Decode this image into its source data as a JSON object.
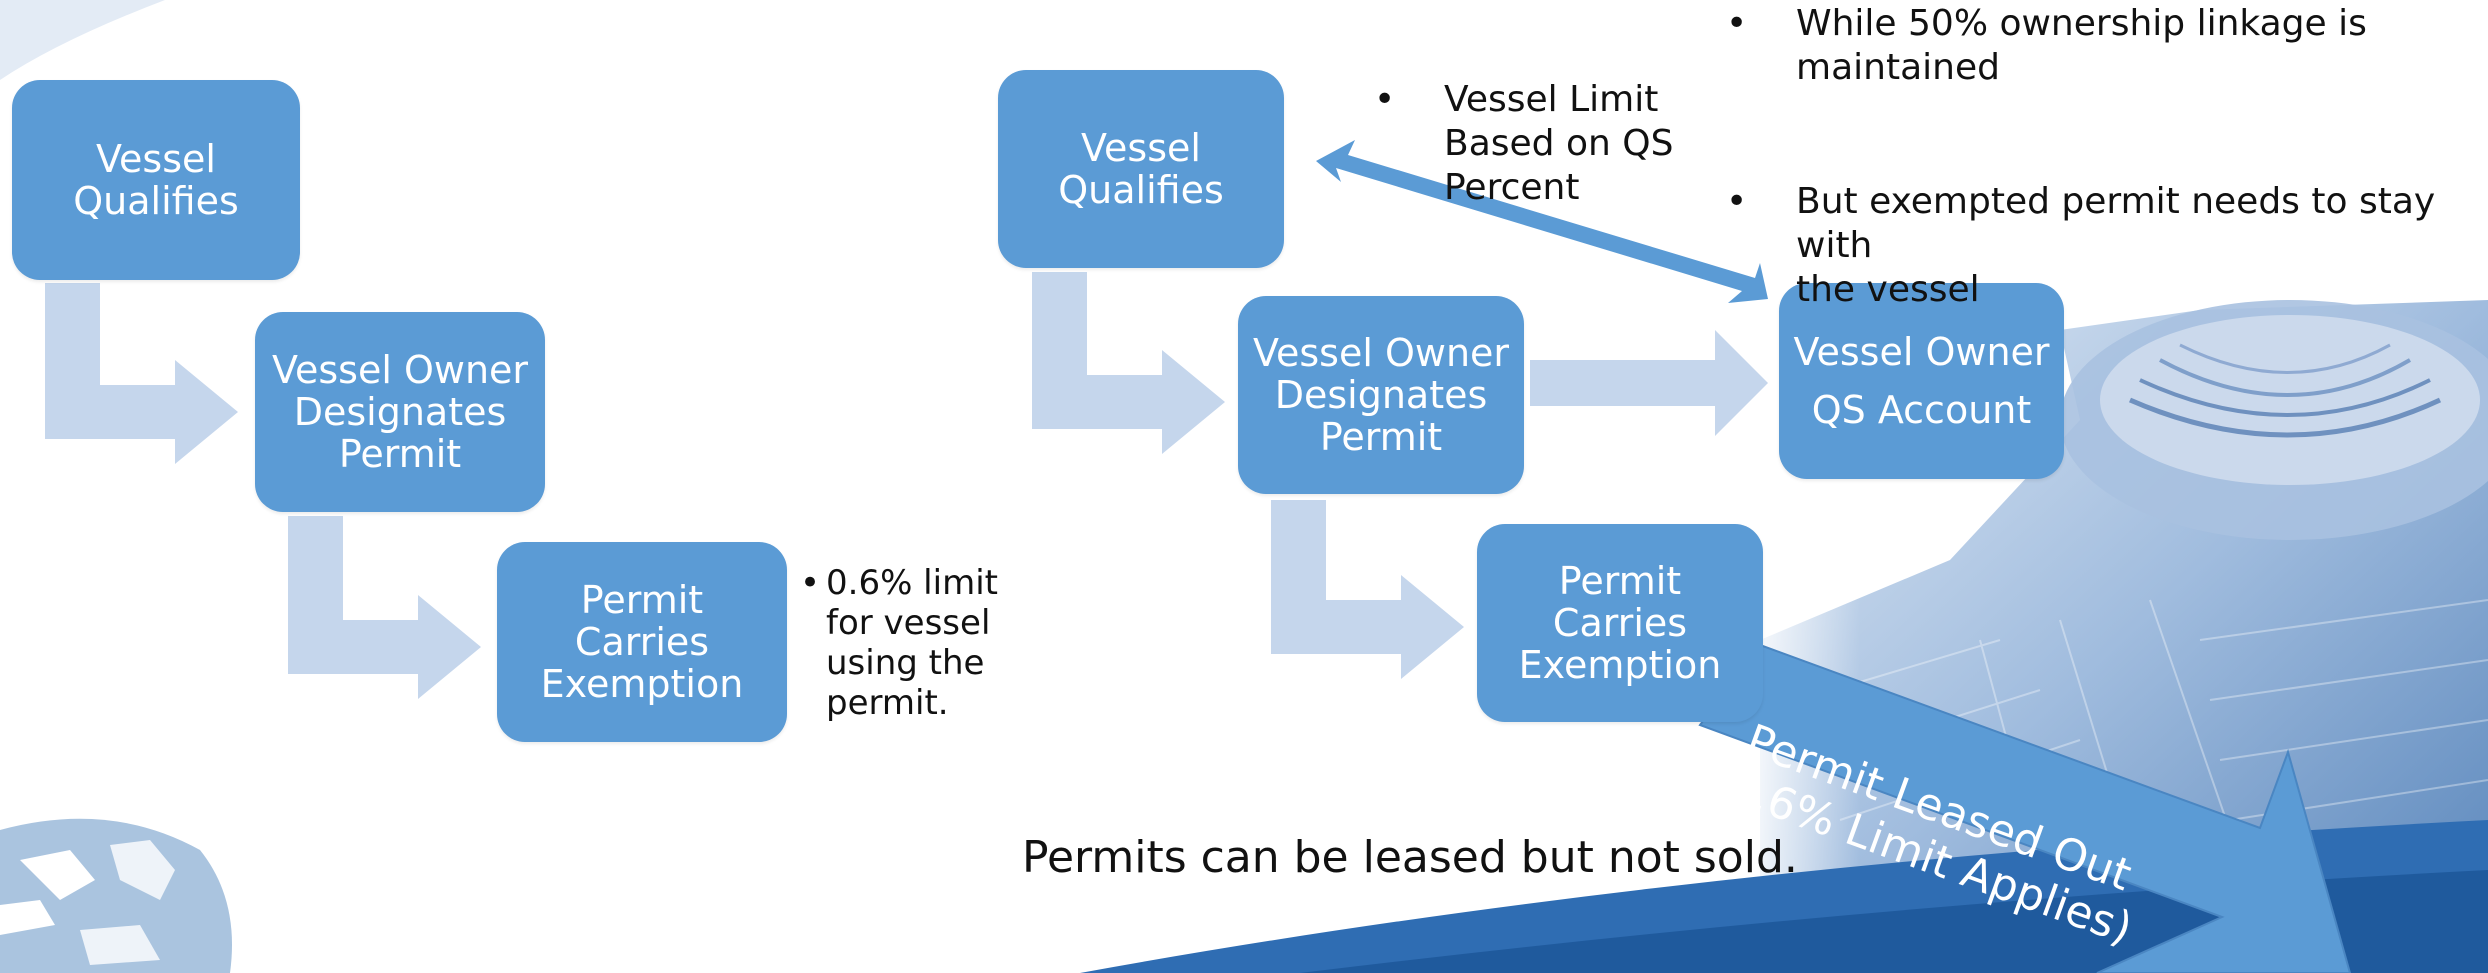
{
  "left_flow": {
    "box1": [
      "Vessel",
      "Qualifies"
    ],
    "box2": [
      "Vessel Owner",
      "Designates",
      "Permit"
    ],
    "box3": [
      "Permit",
      "Carries",
      "Exemption"
    ],
    "note_bullet": "•",
    "note": [
      "0.6% limit",
      "for vessel",
      "using the",
      "permit."
    ]
  },
  "right_flow": {
    "box1": [
      "Vessel",
      "Qualifies"
    ],
    "box2": [
      "Vessel Owner",
      "Designates",
      "Permit"
    ],
    "box3": [
      "Permit",
      "Carries",
      "Exemption"
    ],
    "box4": [
      "Vessel Owner",
      "QS Account"
    ]
  },
  "bullets": [
    {
      "symbol": "•",
      "lines": [
        "Vessel Limit",
        "Based on QS",
        "Percent"
      ]
    },
    {
      "symbol": "•",
      "lines": [
        "While 50% ownership linkage is",
        "maintained"
      ]
    },
    {
      "symbol": "•",
      "lines": [
        "But exempted permit needs to stay with",
        "the vessel"
      ]
    }
  ],
  "footer_text": "Permits can be leased but not sold.",
  "leased_arrow": [
    "Permit Leased Out",
    "(0.6% Limit Applies)"
  ],
  "colors": {
    "box": "#5b9bd5",
    "connector": "#c5d6ec",
    "dark_blue": "#2e6cb5"
  }
}
